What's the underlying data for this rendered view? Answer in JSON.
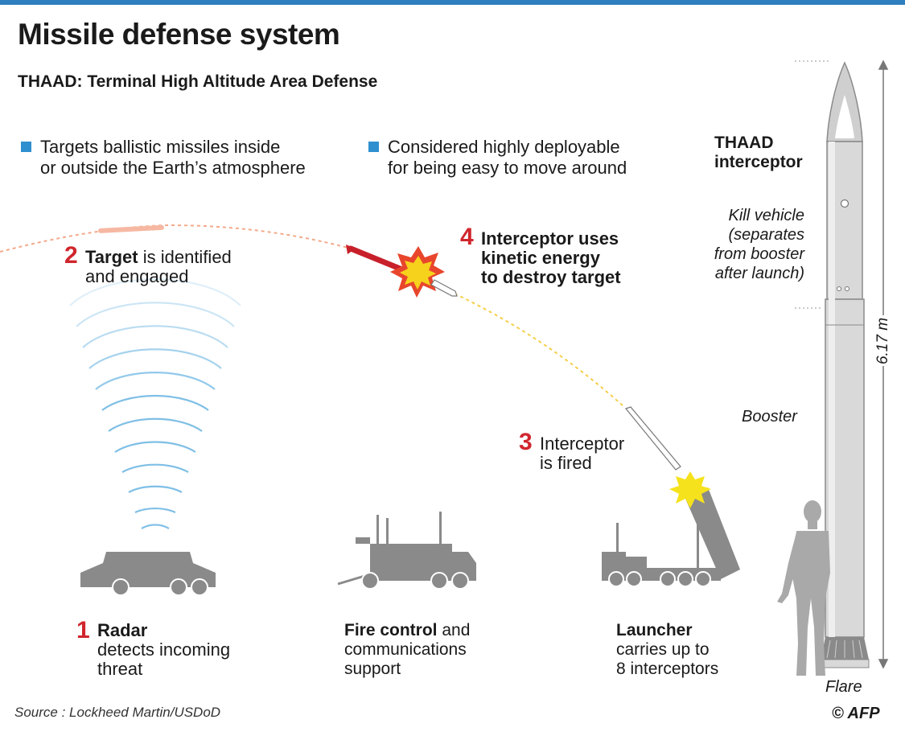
{
  "title": "Missile defense system",
  "subtitle": "THAAD: Terminal High Altitude Area Defense",
  "bullets": [
    "Targets ballistic missiles inside\nor outside the Earth’s atmosphere",
    "Considered highly deployable\nfor being easy to move around"
  ],
  "steps": {
    "s1": {
      "num": "1",
      "bold": "Radar",
      "rest": "detects incoming\nthreat"
    },
    "s2": {
      "num": "2",
      "bold": "Target",
      "rest1": " is identified",
      "rest2": "and engaged"
    },
    "s3": {
      "num": "3",
      "line1": "Interceptor",
      "line2": "is fired"
    },
    "s4": {
      "num": "4",
      "line1": "Interceptor uses",
      "line2": "kinetic energy",
      "line3": "to destroy target"
    }
  },
  "captions": {
    "fire_bold": "Fire control",
    "fire_rest1": " and",
    "fire_rest2": "communications",
    "fire_rest3": "support",
    "launcher_bold": "Launcher",
    "launcher_rest1": "carries up to",
    "launcher_rest2": "8 interceptors"
  },
  "interceptor": {
    "title1": "THAAD",
    "title2": "interceptor",
    "kill1": "Kill vehicle",
    "kill2": "(separates",
    "kill3": "from booster",
    "kill4": "after launch)",
    "booster": "Booster",
    "flare": "Flare",
    "height": "6.17 m"
  },
  "source": "Source : Lockheed Martin/USDoD",
  "credit": "© AFP",
  "colors": {
    "accent_blue": "#2f7fbf",
    "step_red": "#d0262d",
    "vehicle_gray": "#8a8a8a",
    "radar_wave": "#7fbfe6"
  }
}
